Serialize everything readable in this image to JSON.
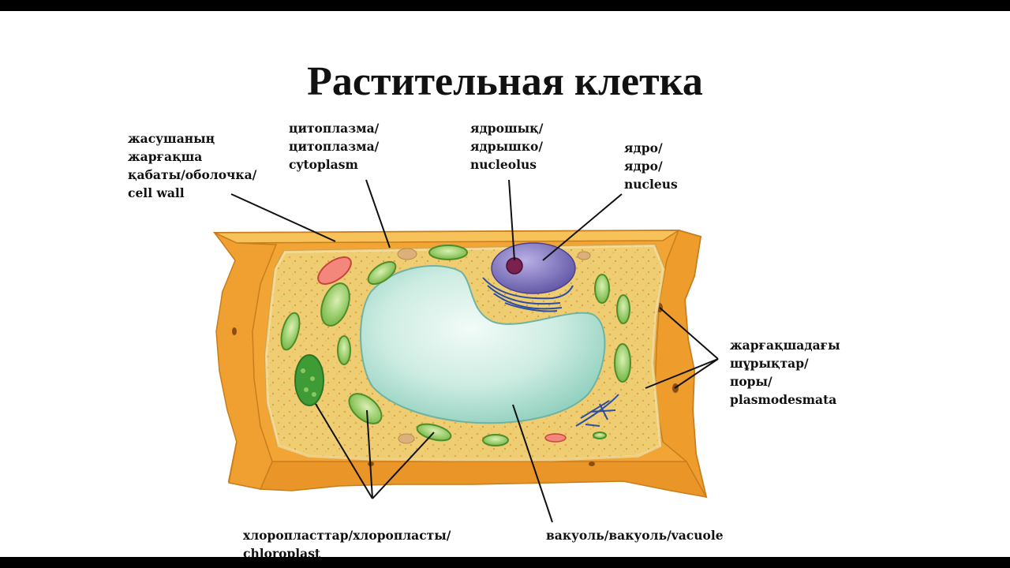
{
  "title": "Растительная клетка",
  "labels": {
    "cell_wall": [
      "жасушаның",
      "жарғақша",
      "қабаты/оболочка/",
      "cell wall"
    ],
    "cytoplasm": [
      "цитоплазма/",
      "цитоплазма/",
      "cytoplasm"
    ],
    "nucleolus": [
      "ядрошық/",
      "ядрышко/",
      "nucleolus"
    ],
    "nucleus": [
      "ядро/",
      "ядро/",
      "nucleus"
    ],
    "plasmodesmata": [
      "жарғақшадағы",
      "шұрықтар/",
      "поры/",
      "plasmodesmata"
    ],
    "chloroplast": [
      "хлоропласттар/хлоропласты/",
      "chloroplast"
    ],
    "vacuole": [
      "вакуоль/вакуоль/vacuole"
    ]
  },
  "colors": {
    "cell_wall": "#f0a531",
    "cytoplasm": "#efc86a",
    "vacuole": "#b9e3d8",
    "nucleus": "#7b6fb8",
    "nucleolus": "#7a2150",
    "chloroplast": "#7fbf49",
    "er": "#2c4fa3"
  }
}
